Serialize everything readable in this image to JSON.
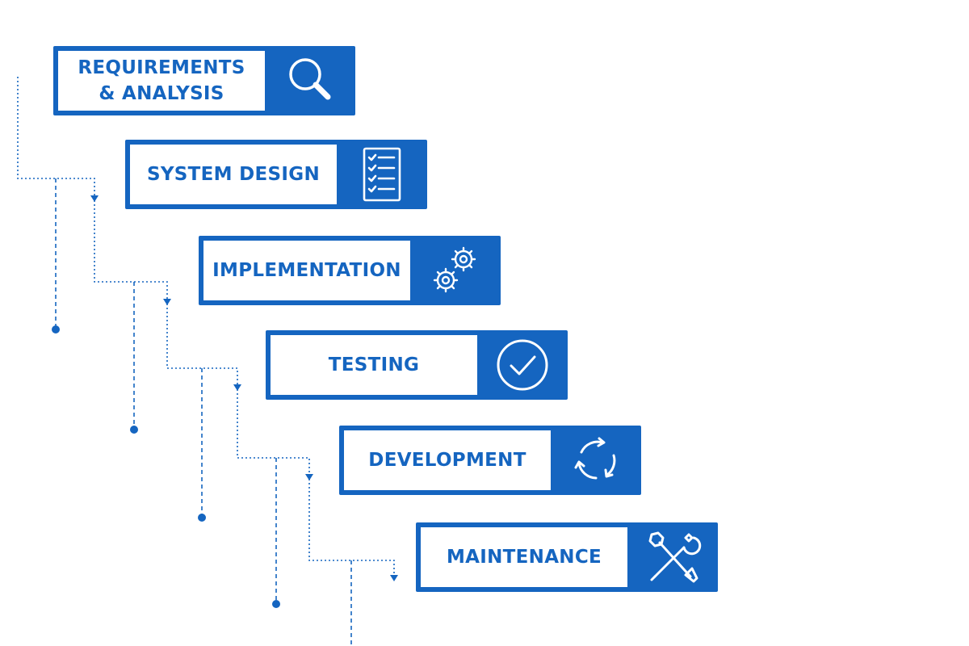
{
  "colors": {
    "primary": "#1565c0",
    "background": "#ffffff",
    "label_bg": "#ffffff"
  },
  "stages": [
    {
      "label": "REQUIREMENTS\n& ANALYSIS",
      "icon": "magnifier-icon"
    },
    {
      "label": "SYSTEM DESIGN",
      "icon": "checklist-icon"
    },
    {
      "label": "IMPLEMENTATION",
      "icon": "gears-icon"
    },
    {
      "label": "TESTING",
      "icon": "check-circle-icon"
    },
    {
      "label": "DEVELOPMENT",
      "icon": "refresh-cycle-icon"
    },
    {
      "label": "MAINTENANCE",
      "icon": "tools-icon"
    }
  ]
}
